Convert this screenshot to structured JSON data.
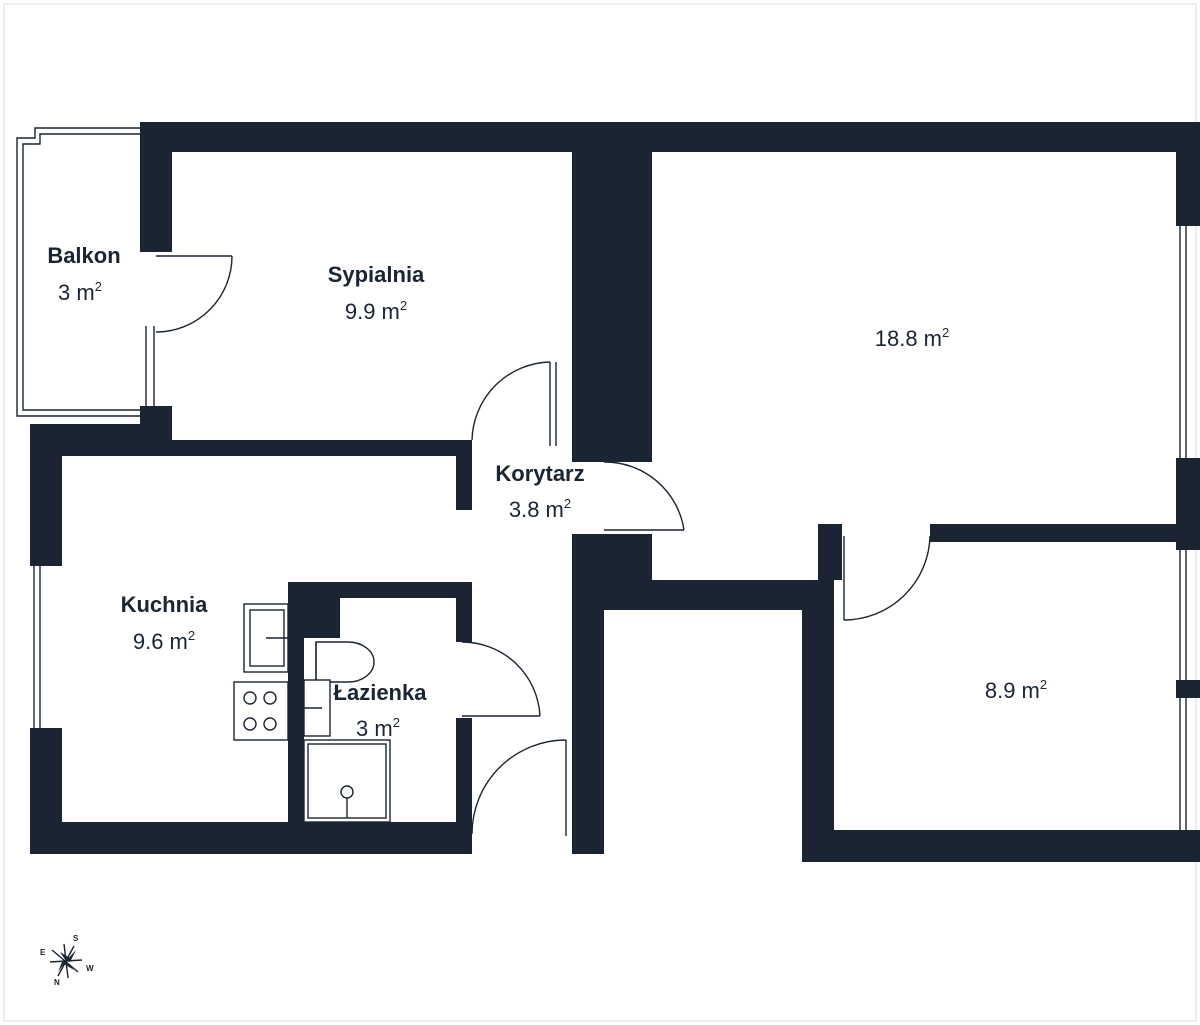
{
  "rooms": {
    "balkon": {
      "name": "Balkon",
      "area": "3 m",
      "unit_sup": "2"
    },
    "sypialnia": {
      "name": "Sypialnia",
      "area": "9.9 m",
      "unit_sup": "2"
    },
    "pokoj1": {
      "name": "",
      "area": "18.8 m",
      "unit_sup": "2"
    },
    "korytarz": {
      "name": "Korytarz",
      "area": "3.8 m",
      "unit_sup": "2"
    },
    "kuchnia": {
      "name": "Kuchnia",
      "area": "9.6 m",
      "unit_sup": "2"
    },
    "lazienka": {
      "name": "Łazienka",
      "area": "3 m",
      "unit_sup": "2"
    },
    "pokoj2": {
      "name": "",
      "area": "8.9 m",
      "unit_sup": "2"
    }
  },
  "compass": {
    "n": "N",
    "s": "S",
    "e": "E",
    "w": "W"
  },
  "colors": {
    "wall": "#1a2433",
    "background": "#ffffff"
  }
}
